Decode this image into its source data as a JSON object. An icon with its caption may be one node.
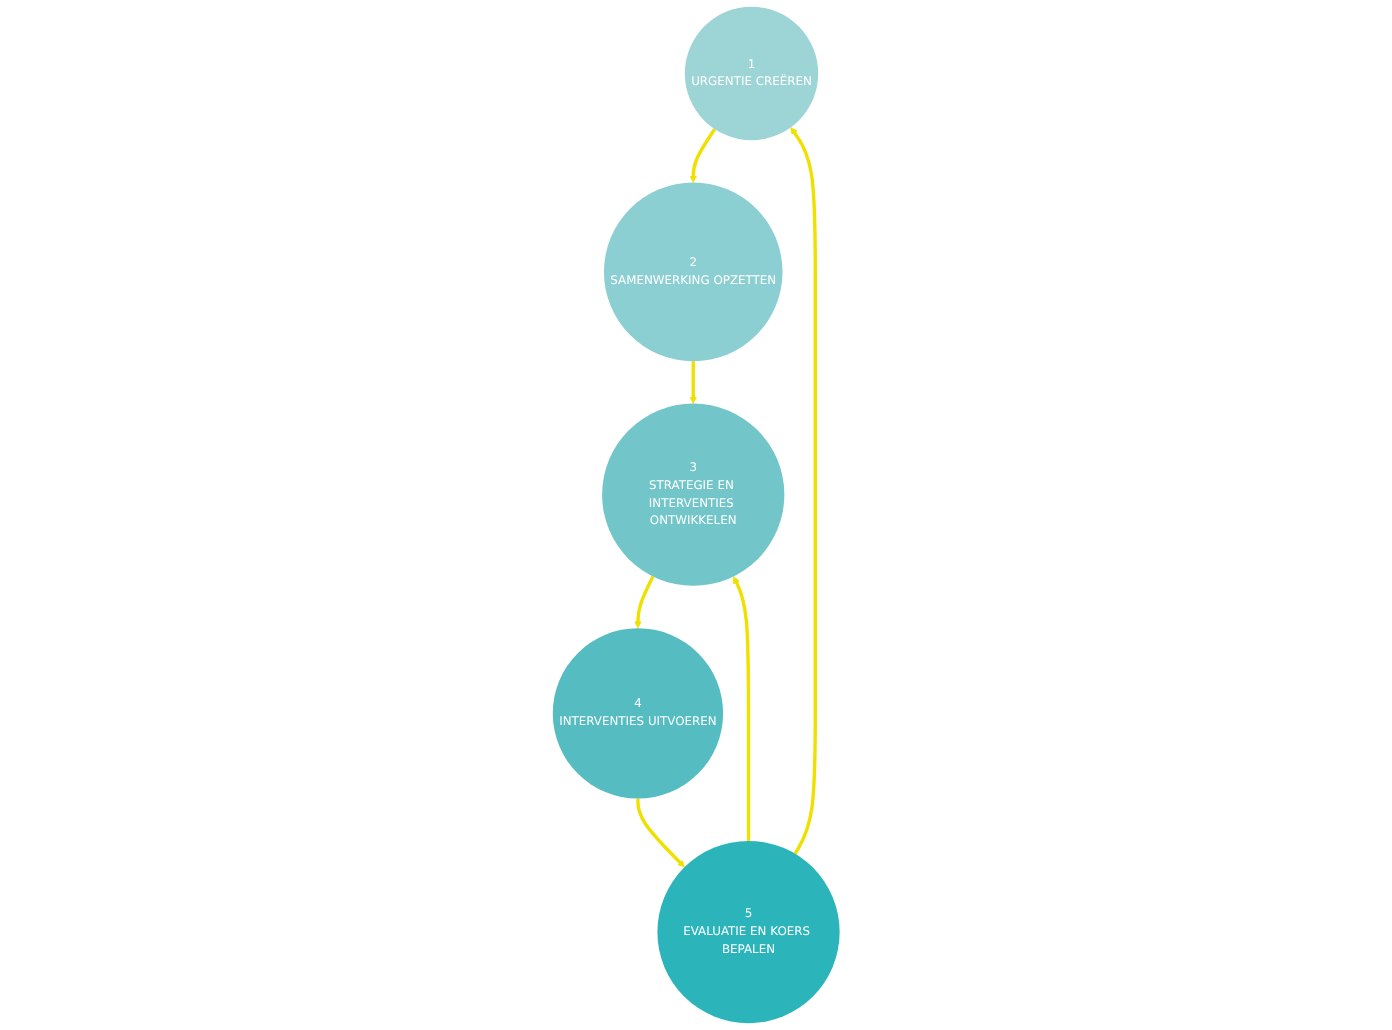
{
  "diagram": {
    "nodes": [
      {
        "text": [
          "1",
          "URGENTIE CREËREN"
        ]
      },
      {
        "text": [
          "2",
          "SAMENWERKING OPZETTEN"
        ]
      },
      {
        "text": [
          "3",
          "STRATEGIE EN INTERVENTIES ONTWIKKELEN"
        ]
      },
      {
        "text": [
          "4",
          "INTERVENTIES UITVOEREN"
        ]
      },
      {
        "text": [
          "5",
          "EVALUATIE EN KOERS BEPALEN"
        ]
      }
    ],
    "edges": [
      {
        "from": 0,
        "to": 1,
        "arrow": "to"
      },
      {
        "from": 1,
        "to": 2,
        "arrow": "to"
      },
      {
        "from": 2,
        "to": 3,
        "arrow": "to"
      },
      {
        "from": 3,
        "to": 4,
        "arrow": "to"
      },
      {
        "from": 4,
        "to": 0,
        "arrow": "to"
      },
      {
        "from": 4,
        "to": 2,
        "arrow": "to"
      }
    ]
  }
}
